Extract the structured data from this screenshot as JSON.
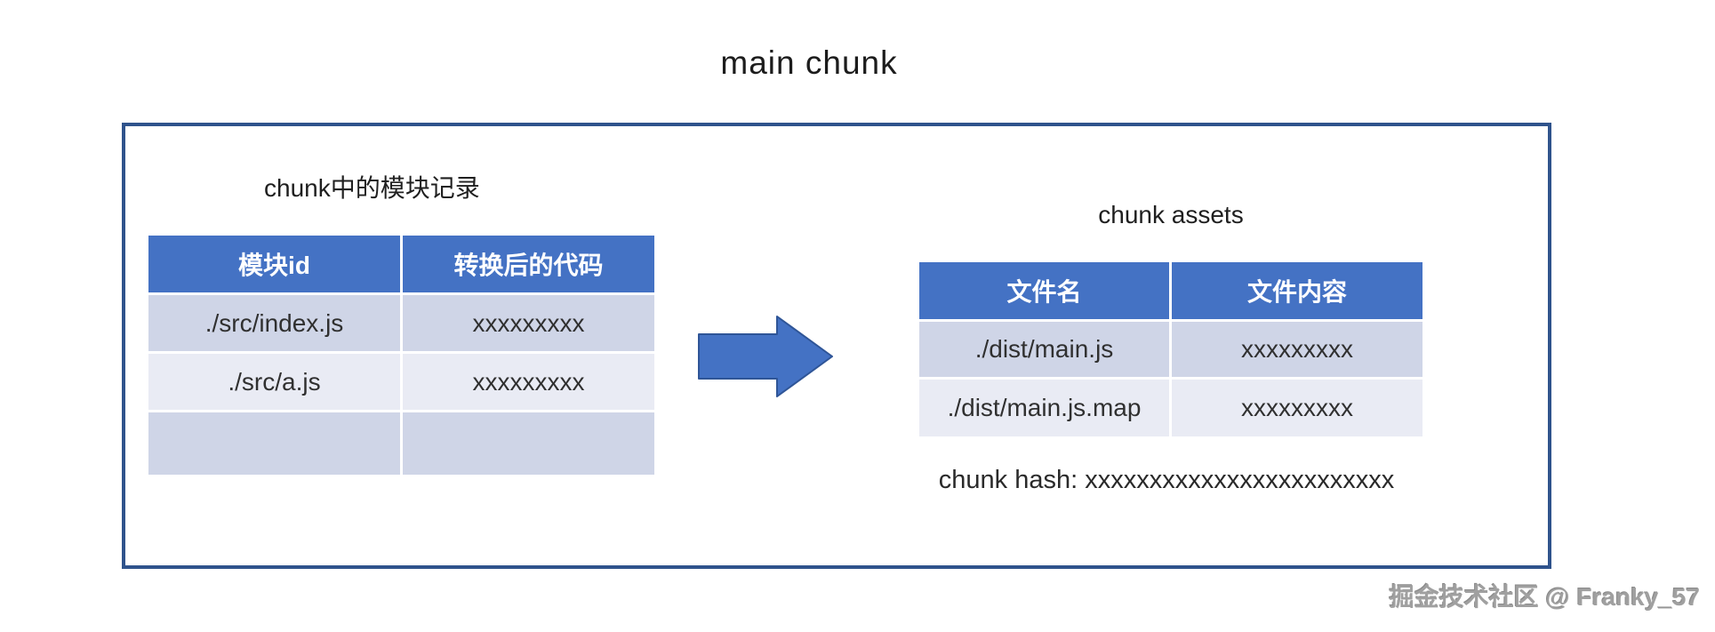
{
  "title": "main chunk",
  "left": {
    "label": "chunk中的模块记录",
    "table": {
      "headers": [
        "模块id",
        "转换后的代码"
      ],
      "rows": [
        {
          "id": "./src/index.js",
          "code": "xxxxxxxxx"
        },
        {
          "id": "./src/a.js",
          "code": "xxxxxxxxx"
        },
        {
          "id": "",
          "code": ""
        }
      ]
    }
  },
  "right": {
    "label": "chunk assets",
    "table": {
      "headers": [
        "文件名",
        "文件内容"
      ],
      "rows": [
        {
          "file": "./dist/main.js",
          "content": "xxxxxxxxx"
        },
        {
          "file": "./dist/main.js.map",
          "content": "xxxxxxxxx"
        }
      ]
    },
    "hash": "chunk hash: xxxxxxxxxxxxxxxxxxxxxxxx"
  },
  "watermark": "掘金技术社区 @ Franky_57",
  "colors": {
    "table_header_bg": "#4472C4",
    "row_shade_dark": "#CFD5E7",
    "row_shade_light": "#E9EBF4",
    "outer_border": "#2F538C",
    "arrow_fill": "#4472C4",
    "arrow_stroke": "#2F5597"
  }
}
